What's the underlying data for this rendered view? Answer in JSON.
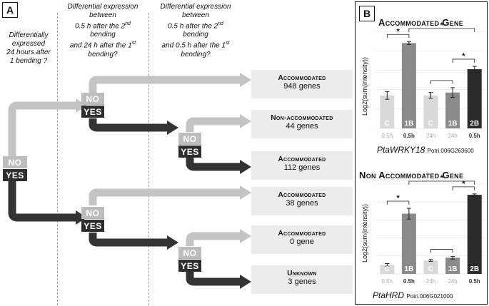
{
  "panel_a": {
    "label": "A",
    "questions": {
      "q1": [
        "Differentially",
        "expressed",
        "24 hours after",
        "1 bending ?"
      ],
      "q2": [
        "Differential expression",
        "between",
        "0.5 h after the 2nd",
        "bending",
        "and 24 h after the 1st",
        "bending?"
      ],
      "q3": [
        "Differential expression",
        "between",
        "0.5 h after the 2nd",
        "bending",
        "and 0.5 h after the 1st",
        "bending?"
      ]
    },
    "no_label": "NO",
    "yes_label": "YES",
    "results": [
      {
        "title": "Accommodated",
        "genes": "948 genes"
      },
      {
        "title": "Non-accommodated",
        "genes": "44 genes"
      },
      {
        "title": "Accommodated",
        "genes": "112 genes"
      },
      {
        "title": "Accommodated",
        "genes": "38 genes"
      },
      {
        "title": "Accommodated",
        "genes": "0 gene"
      },
      {
        "title": "Unknown",
        "genes": "3 genes"
      }
    ],
    "colors": {
      "no_arrow": "#c4c4c4",
      "yes_arrow": "#333333",
      "result_box": "#ececec"
    }
  },
  "panel_b": {
    "label": "B",
    "ylabel": "Log2(sum(intensity))",
    "bar_labels": [
      "C",
      "1B",
      "C",
      "1B",
      "2B"
    ],
    "time_labels": [
      "0.5h",
      "0.5h",
      "24h",
      "24h",
      "0.5h"
    ],
    "significance": "*",
    "charts": [
      {
        "title": "Accommodated Gene",
        "gene": "PtaWRKY18",
        "gene_id": "Potri.006G263600"
      },
      {
        "title": "Non Accommodated Gene",
        "gene": "PtaHRD",
        "gene_id": "Potri.006G021000"
      }
    ]
  },
  "chart_data": [
    {
      "type": "bar",
      "title": "Accommodated Gene",
      "ylabel": "Log2(sum(intensity))",
      "categories": [
        "C 0.5h",
        "1B 0.5h",
        "C 24h",
        "1B 24h",
        "2B 0.5h"
      ],
      "values": [
        0.34,
        0.88,
        0.34,
        0.37,
        0.61
      ],
      "errors": [
        0.04,
        0.015,
        0.03,
        0.05,
        0.03
      ],
      "value_scale": "fraction of unlabeled y-axis range",
      "colors": [
        "#d9d9d9",
        "#8a8a8a",
        "#d9d9d9",
        "#8a8a8a",
        "#2b2b2b"
      ],
      "significance": [
        [
          0,
          1
        ],
        [
          1,
          4
        ],
        [
          2,
          3
        ],
        [
          3,
          4
        ]
      ]
    },
    {
      "type": "bar",
      "title": "Non Accommodated Gene",
      "ylabel": "Log2(sum(intensity))",
      "categories": [
        "C 0.5h",
        "1B 0.5h",
        "C 24h",
        "1B 24h",
        "2B 0.5h"
      ],
      "values": [
        0.1,
        0.67,
        0.15,
        0.18,
        0.88
      ],
      "errors": [
        0.015,
        0.06,
        0.01,
        0.015,
        0.01
      ],
      "value_scale": "fraction of unlabeled y-axis range",
      "colors": [
        "#d9d9d9",
        "#8a8a8a",
        "#d9d9d9",
        "#8a8a8a",
        "#2b2b2b"
      ],
      "significance": [
        [
          0,
          1
        ],
        [
          1,
          4
        ],
        [
          2,
          3
        ],
        [
          3,
          4
        ]
      ]
    }
  ]
}
